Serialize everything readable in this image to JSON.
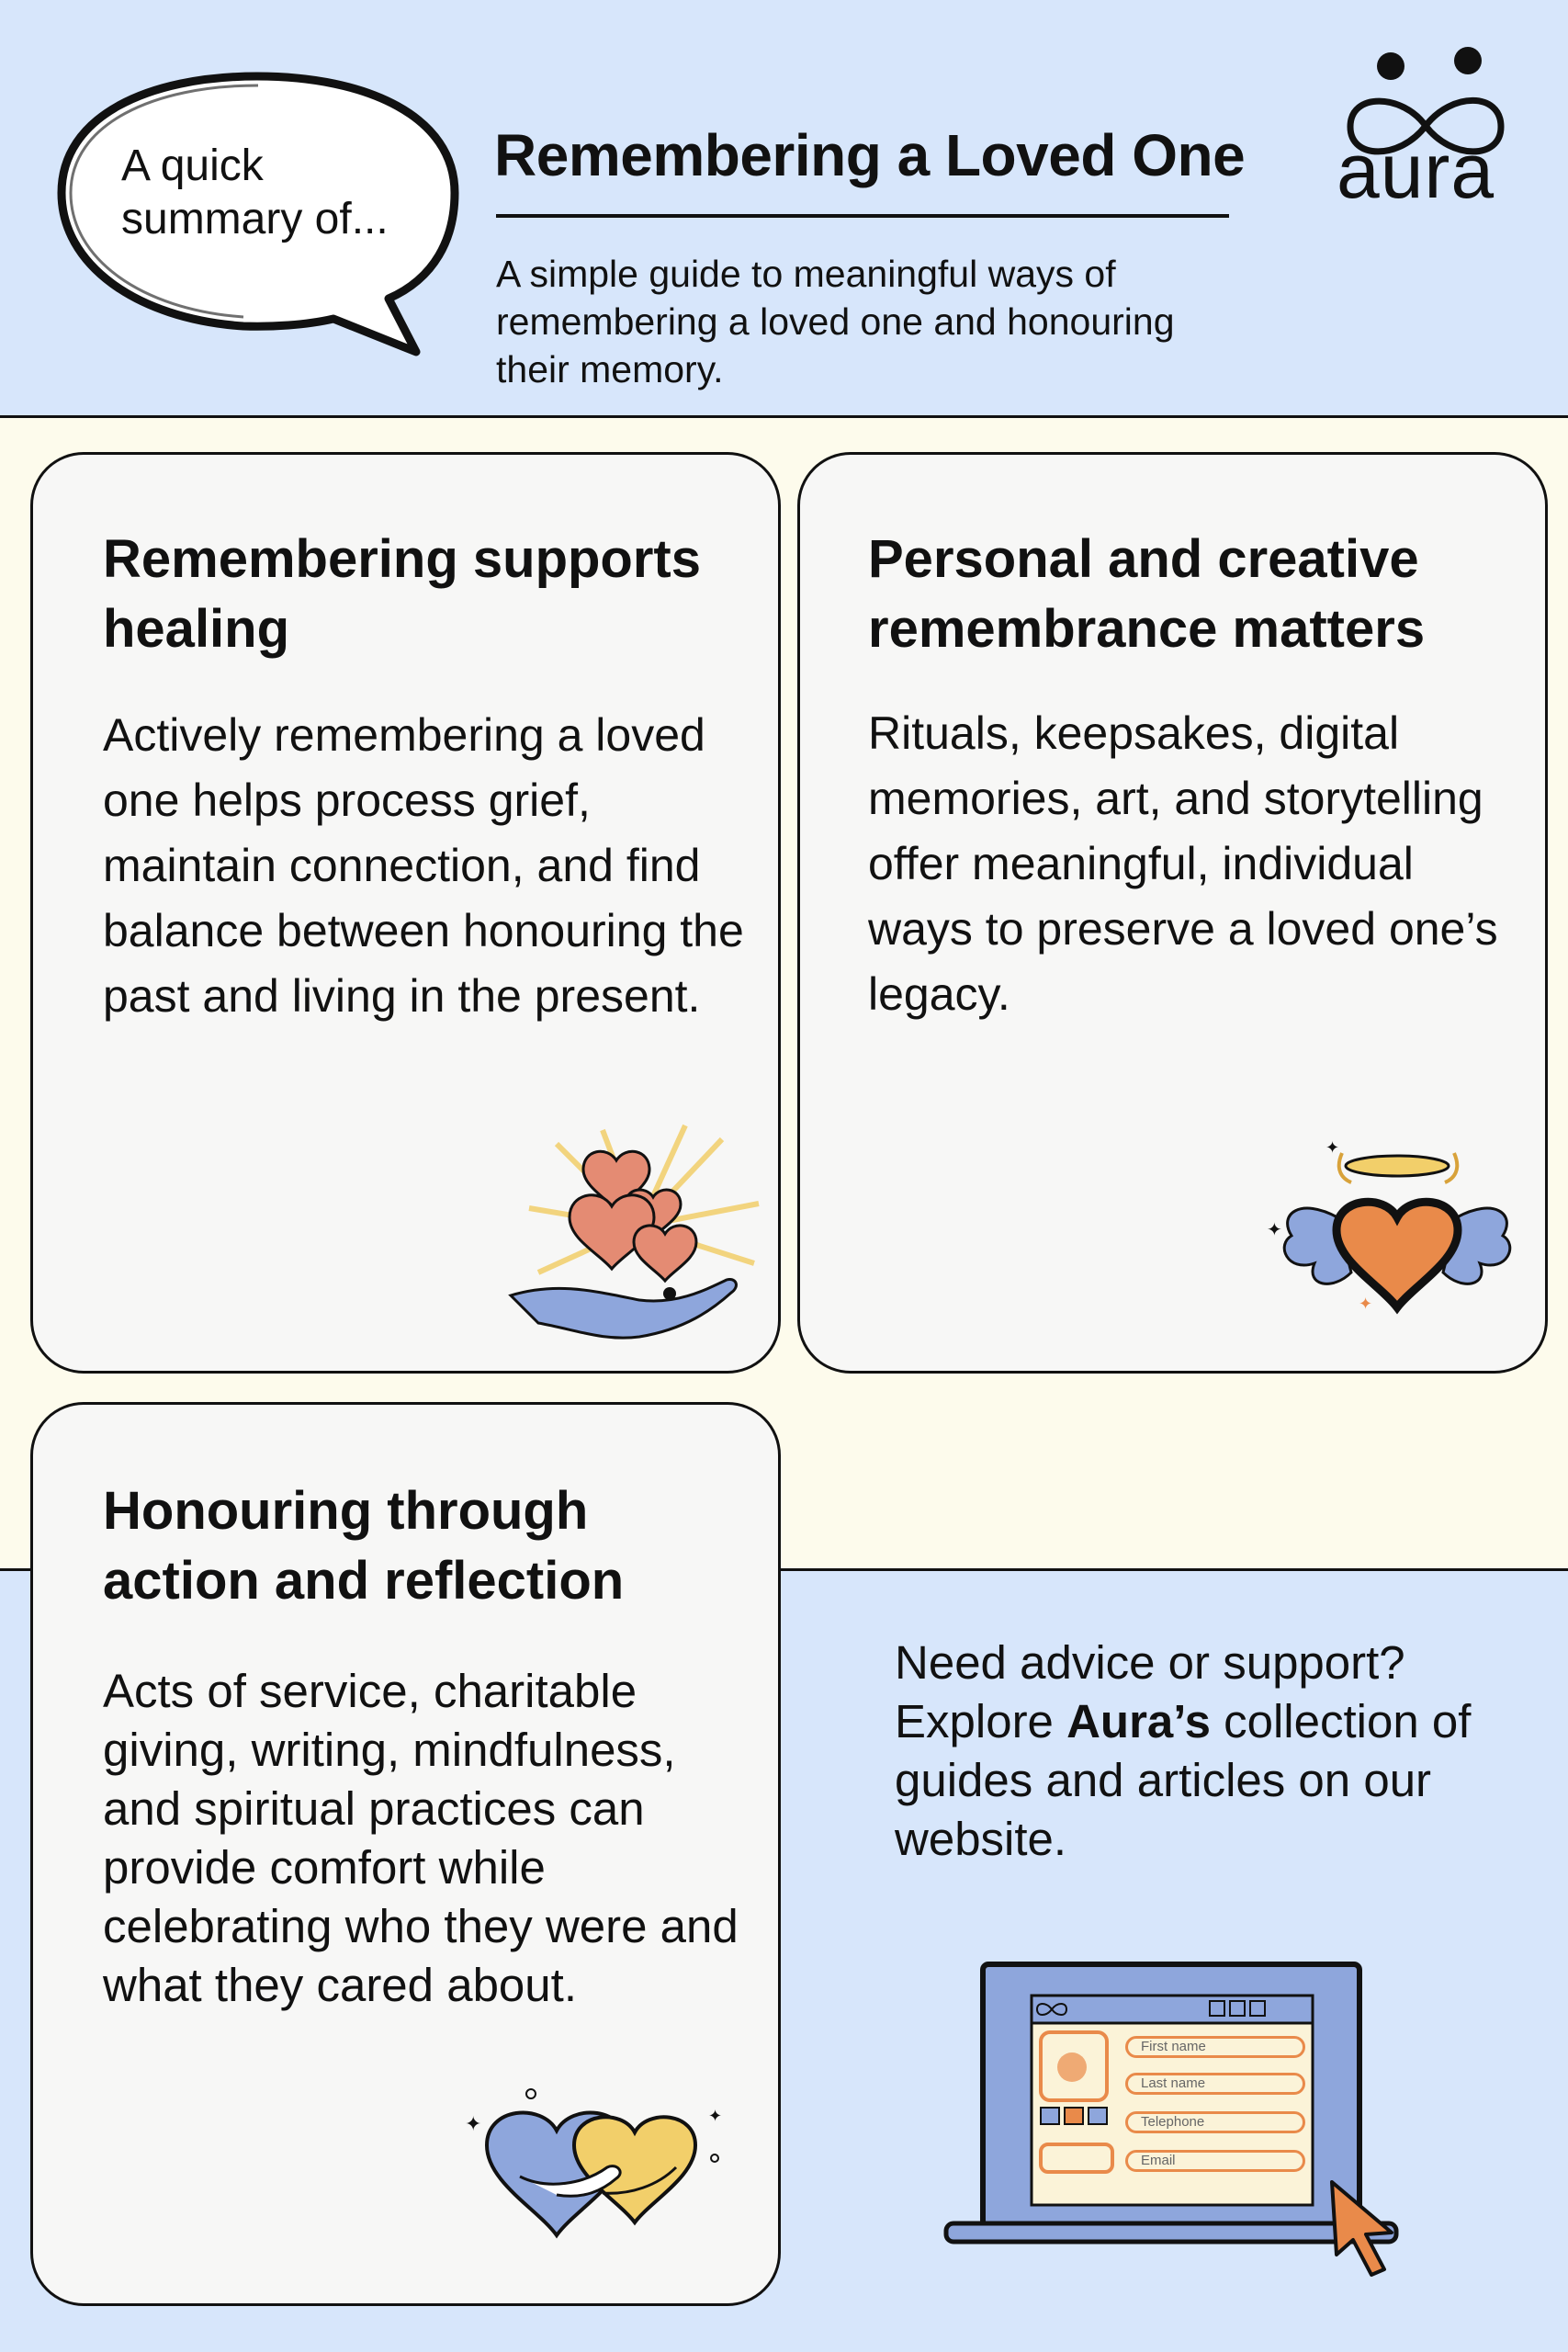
{
  "header": {
    "bubble_text": "A quick summary of...",
    "title": "Remembering a Loved One",
    "subtitle": "A simple guide to meaningful ways of remembering a loved one and honouring their memory.",
    "logo_text": "aura"
  },
  "cards": [
    {
      "heading": "Remembering supports healing",
      "body": "Actively remembering a loved one helps process grief, maintain connection, and find balance between honouring the past and living in the present.",
      "illustration": "hearts-in-hand-icon"
    },
    {
      "heading": "Personal and creative remembrance matters",
      "body": "Rituals, keepsakes, digital memories, art, and storytelling offer meaningful, individual ways to preserve a loved one’s legacy.",
      "illustration": "winged-heart-halo-icon"
    },
    {
      "heading": "Honouring through action and reflection",
      "body": "Acts of service, charitable giving, writing, mindfulness, and spiritual practices can provide comfort while celebrating who they were and what they cared about.",
      "illustration": "hugging-hearts-icon"
    }
  ],
  "cta": {
    "before": "Need advice or support? Explore ",
    "brand": "Aura’s",
    "after": " collection of guides and articles on our website."
  },
  "laptop_form": {
    "fields": [
      "First name",
      "Last name",
      "Telephone",
      "Email"
    ]
  },
  "colors": {
    "blue_band": "#d7e6fb",
    "cream_band": "#fdfbec",
    "card": "#f7f7f6",
    "accent_orange": "#e98a4a",
    "accent_blue": "#8ea6dc",
    "accent_yellow": "#f2cf6a"
  }
}
